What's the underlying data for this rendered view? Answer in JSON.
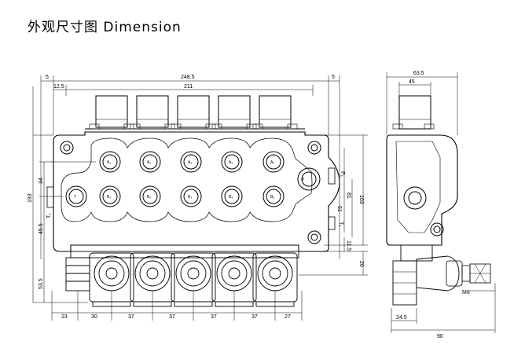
{
  "title": "外观尺寸图 Dimension",
  "ports": {
    "a": [
      "A₁",
      "A₂",
      "A₃",
      "A₄",
      "A₅"
    ],
    "b": [
      "B₁",
      "B₂",
      "B₃",
      "B₄",
      "B₅"
    ],
    "t_left": "T",
    "p": "P"
  },
  "dims": {
    "top_total": "248.5",
    "top_left_5": "5",
    "top_right_5": "5",
    "top_12_5": "12.5",
    "top_211": "211",
    "left_193": "193",
    "left_34": "34",
    "left_45_5": "45.5",
    "left_53_5": "53.5",
    "left_t1": "T₁",
    "right_81": "81",
    "right_103": "103",
    "right_61": "61",
    "right_11_5": "11.5",
    "right_20": "20",
    "right_p1": "P₁",
    "right_t1": "T₁",
    "bot_23": "23",
    "bot_30": "30",
    "bot_37a": "37",
    "bot_37b": "37",
    "bot_37c": "37",
    "bot_37d": "37",
    "bot_27": "27",
    "side_63_5": "63.5",
    "side_45": "45",
    "side_24_5": "24.5",
    "side_90": "90",
    "side_m8": "M8"
  }
}
